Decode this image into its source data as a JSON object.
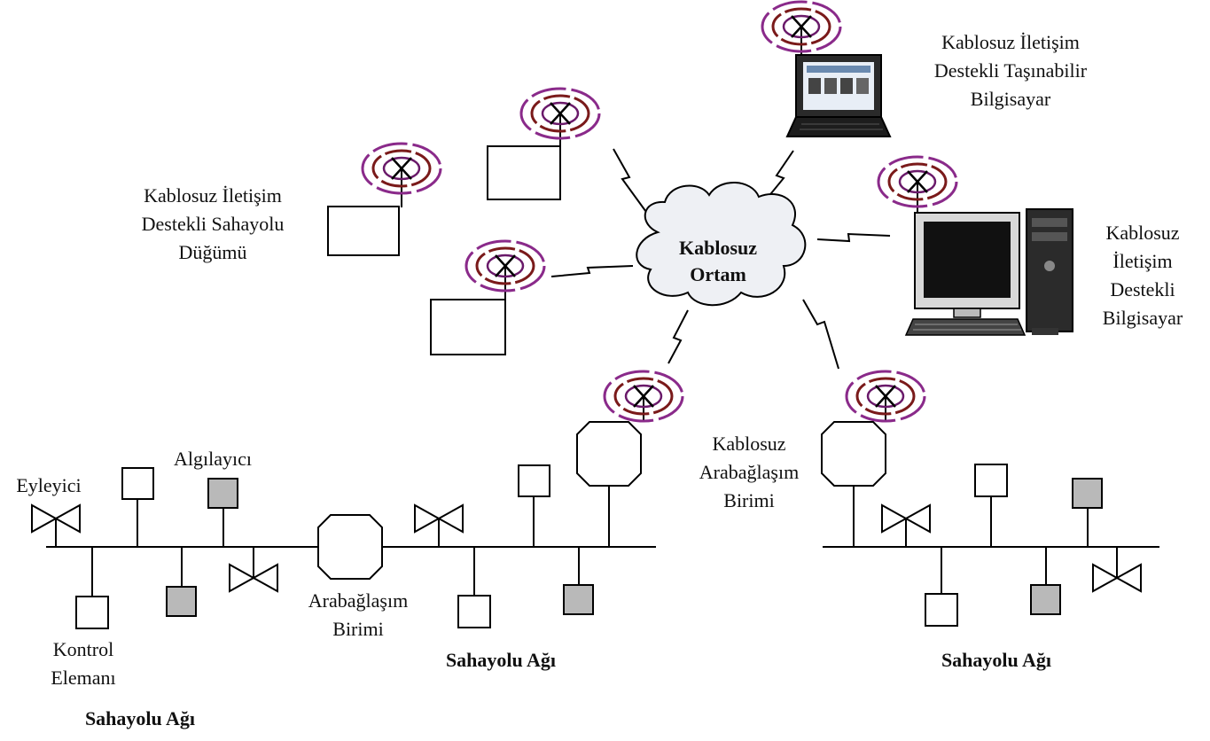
{
  "cloud": {
    "line1": "Kablosuz",
    "line2": "Ortam"
  },
  "labels": {
    "laptop": [
      "Kablosuz İletişim",
      "Destekli Taşınabilir",
      "Bilgisayar"
    ],
    "node": [
      "Kablosuz İletişim",
      "Destekli Sahayolu",
      "Düğümü"
    ],
    "desktop": [
      "Kablosuz",
      "İletişim",
      "Destekli",
      "Bilgisayar"
    ],
    "wireless_bridge": [
      "Kablosuz",
      "Arabağlaşım",
      "Birimi"
    ],
    "bridge": [
      "Arabağlaşım",
      "Birimi"
    ],
    "actuator": "Eyleyici",
    "sensor": "Algılayıcı",
    "controller": [
      "Kontrol",
      "Elemanı"
    ],
    "bus1": "Sahayolu Ağı",
    "bus2": "Sahayolu Ağı",
    "bus3": "Sahayolu Ağı"
  },
  "colors": {
    "antenna_outer": "#8a2a8a",
    "antenna_inner": "#7a1a1a",
    "sensor_fill": "#b9b9b9",
    "cloud_fill": "#eef0f4"
  },
  "icons": {
    "antenna": "antenna-icon",
    "laptop": "laptop-icon",
    "desktop": "desktop-computer-icon",
    "valve": "valve-actuator-icon",
    "sensor": "sensor-icon",
    "cloud": "cloud-icon"
  }
}
